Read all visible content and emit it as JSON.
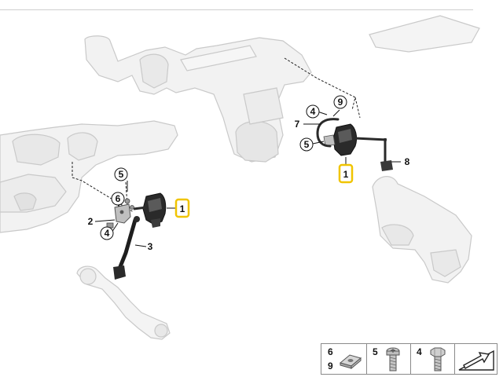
{
  "callouts": {
    "c1_left": "1",
    "c1_right": "1",
    "c2": "2",
    "c3": "3",
    "c4_left": "4",
    "c4_right": "4",
    "c5_left": "5",
    "c5_right": "5",
    "c6": "6",
    "c7": "7",
    "c8": "8",
    "c9": "9"
  },
  "legend": {
    "items": [
      {
        "numbers": [
          "6",
          "9"
        ],
        "icon": "clip-nut-icon"
      },
      {
        "numbers": [
          "5"
        ],
        "icon": "torx-screw-icon"
      },
      {
        "numbers": [
          "4"
        ],
        "icon": "hex-bolt-icon"
      },
      {
        "numbers": [],
        "icon": "wedge-arrow-icon"
      }
    ]
  },
  "colors": {
    "highlight": "#f0c400",
    "part_dark": "#2a2a2a",
    "ghost_fill": "#f2f2f2",
    "ghost_stroke": "#c8c8c8",
    "leader": "#111111"
  }
}
